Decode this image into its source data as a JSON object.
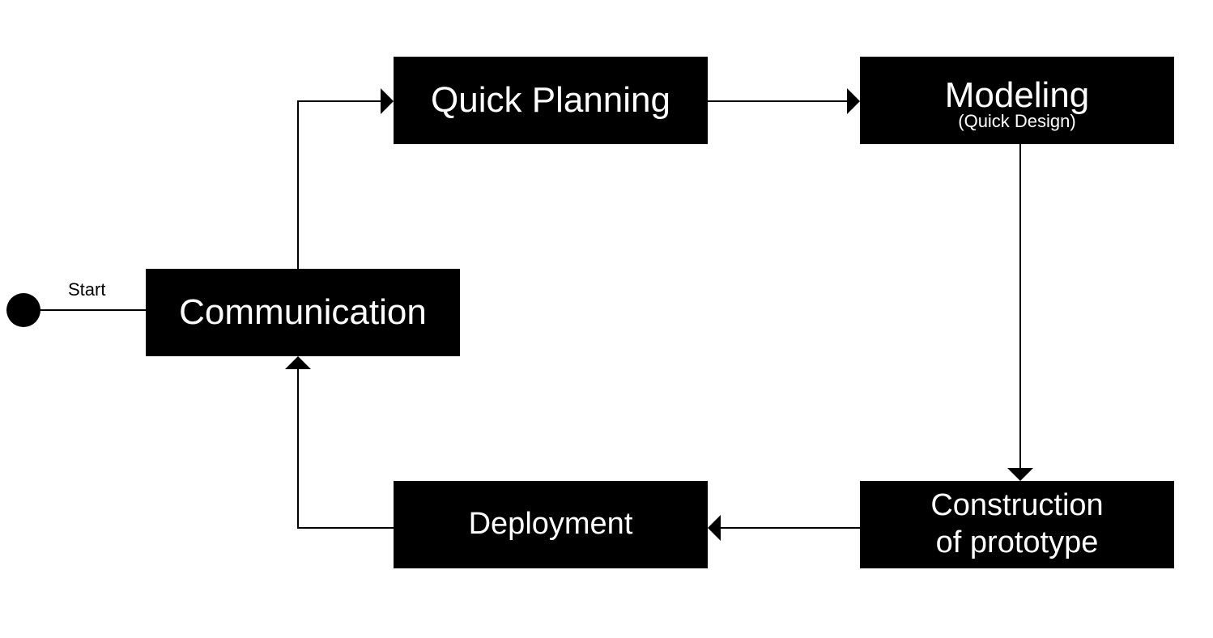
{
  "start": {
    "label": "Start"
  },
  "nodes": {
    "communication": {
      "title": "Communication"
    },
    "quick_planning": {
      "title": "Quick Planning"
    },
    "modeling": {
      "title": "Modeling",
      "subtitle": "(Quick Design)"
    },
    "construction": {
      "line1": "Construction",
      "line2": "of prototype"
    },
    "deployment": {
      "title": "Deployment"
    }
  },
  "colors": {
    "box_fill": "#000000",
    "box_text": "#ffffff",
    "line": "#000000",
    "background": "#ffffff"
  }
}
